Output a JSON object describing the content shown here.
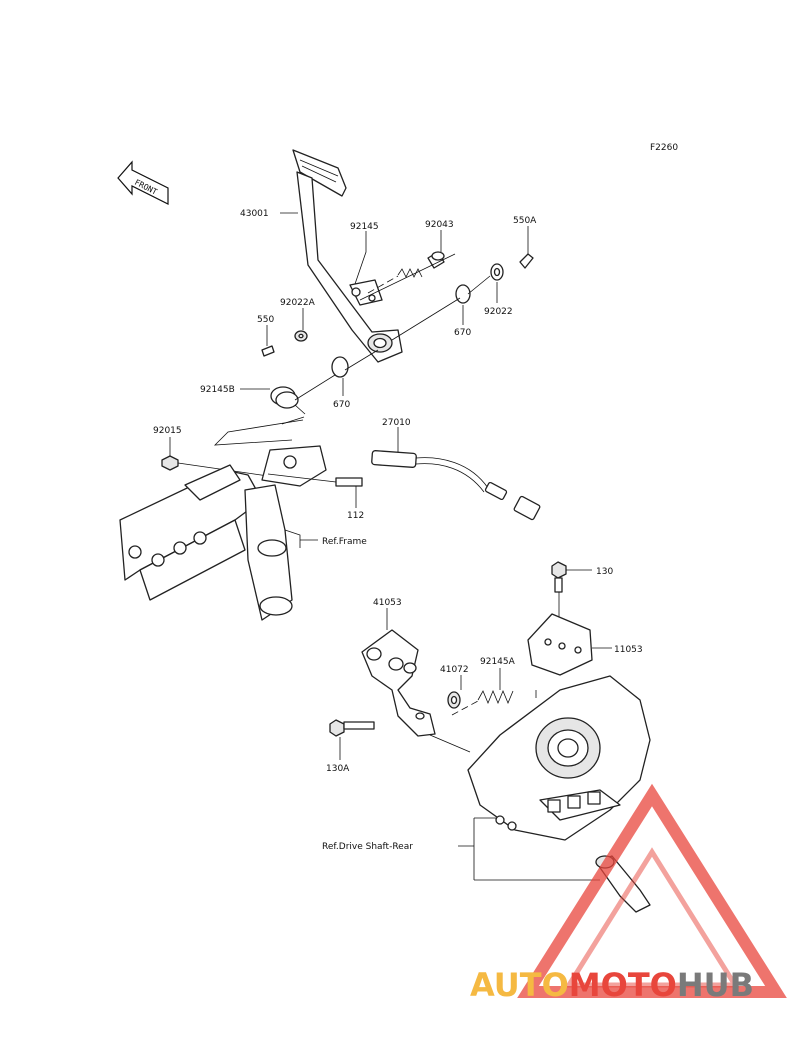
{
  "figure_code": "F2260",
  "front_label": "FRONT",
  "parts": [
    {
      "id": "p43001",
      "label": "43001"
    },
    {
      "id": "p92145",
      "label": "92145"
    },
    {
      "id": "p92043",
      "label": "92043"
    },
    {
      "id": "p550A",
      "label": "550A"
    },
    {
      "id": "p92022A",
      "label": "92022A"
    },
    {
      "id": "p550",
      "label": "550"
    },
    {
      "id": "p670a",
      "label": "670"
    },
    {
      "id": "p92022",
      "label": "92022"
    },
    {
      "id": "p92145B",
      "label": "92145B"
    },
    {
      "id": "p670b",
      "label": "670"
    },
    {
      "id": "p92015",
      "label": "92015"
    },
    {
      "id": "p27010",
      "label": "27010"
    },
    {
      "id": "p112",
      "label": "112"
    },
    {
      "id": "pRefFrame",
      "label": "Ref.Frame"
    },
    {
      "id": "p130",
      "label": "130"
    },
    {
      "id": "p41053",
      "label": "41053"
    },
    {
      "id": "p11053",
      "label": "11053"
    },
    {
      "id": "p41072",
      "label": "41072"
    },
    {
      "id": "p92145A",
      "label": "92145A"
    },
    {
      "id": "p130A",
      "label": "130A"
    },
    {
      "id": "pRefDrive",
      "label": "Ref.Drive Shaft-Rear"
    }
  ],
  "watermark": {
    "part1": "AUTO",
    "part2": "MOTO",
    "part3": "HUB",
    "color_orange": "#f5b942",
    "color_red": "#e8463c",
    "color_gray": "#7a7a7a"
  }
}
